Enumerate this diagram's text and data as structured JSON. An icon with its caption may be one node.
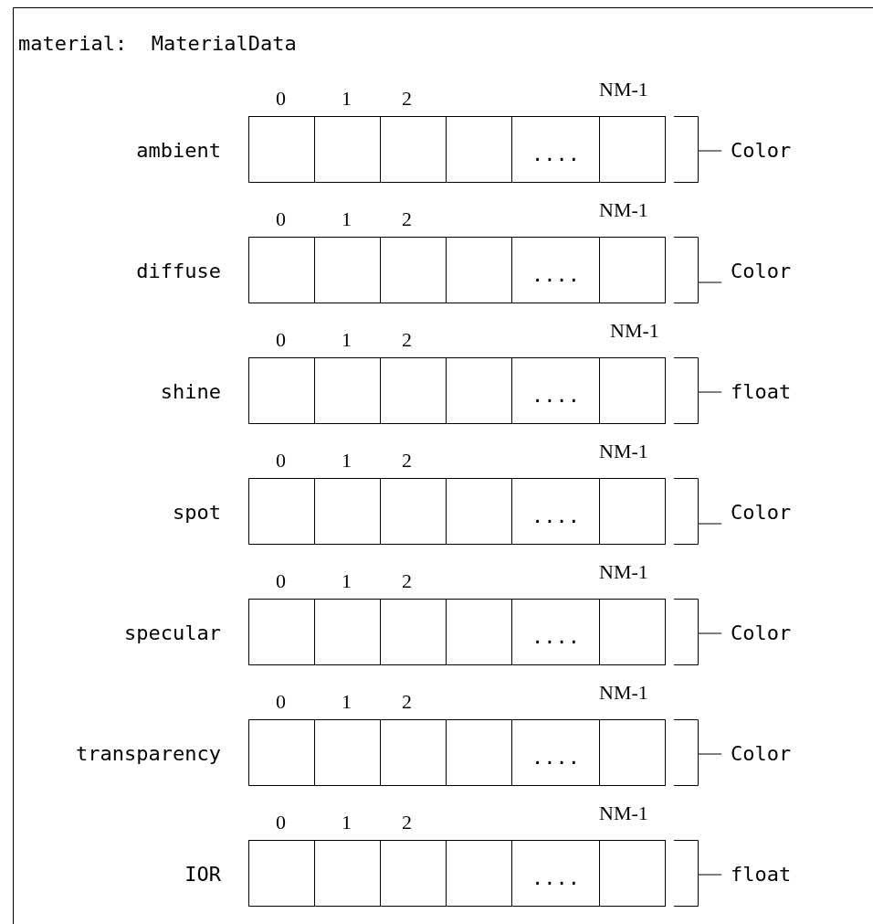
{
  "diagram": {
    "title": "material:  MaterialData",
    "nodes": [
      {
        "text": [],
        "shape": "box"
      },
      {
        "text": [],
        "shape": "box"
      },
      {
        "text": [],
        "shape": "box"
      },
      {
        "text": [],
        "shape": "box"
      },
      {
        "text": [
          "...."
        ]
      },
      {
        "text": [],
        "shape": "box"
      },
      {
        "text": [],
        "shape": "box"
      },
      {
        "text": [],
        "shape": "box"
      },
      {
        "text": [],
        "shape": "box"
      },
      {
        "text": [],
        "shape": "box"
      },
      {
        "text": [
          "...."
        ]
      },
      {
        "text": [],
        "shape": "box"
      },
      {
        "text": [],
        "shape": "box"
      },
      {
        "text": [],
        "shape": "box"
      },
      {
        "text": [],
        "shape": "box"
      },
      {
        "text": [],
        "shape": "box"
      },
      {
        "text": [
          "...."
        ]
      },
      {
        "text": [],
        "shape": "box"
      },
      {
        "text": [],
        "shape": "box"
      },
      {
        "text": [],
        "shape": "box"
      },
      {
        "text": [],
        "shape": "box"
      },
      {
        "text": [],
        "shape": "box"
      },
      {
        "text": [
          "...."
        ]
      },
      {
        "text": [],
        "shape": "box"
      },
      {
        "text": [],
        "shape": "box"
      },
      {
        "text": [],
        "shape": "box"
      },
      {
        "text": [],
        "shape": "box"
      },
      {
        "text": [],
        "shape": "box"
      },
      {
        "text": [
          "...."
        ]
      },
      {
        "text": [],
        "shape": "box"
      },
      {
        "text": [],
        "shape": "box"
      },
      {
        "text": [],
        "shape": "box"
      },
      {
        "text": [],
        "shape": "box"
      },
      {
        "text": [],
        "shape": "box"
      },
      {
        "text": [
          "...."
        ]
      },
      {
        "text": [],
        "shape": "box"
      },
      {
        "text": [],
        "shape": "box"
      },
      {
        "text": [],
        "shape": "box"
      },
      {
        "text": [],
        "shape": "box"
      },
      {
        "text": [],
        "shape": "box"
      },
      {
        "text": [
          "...."
        ]
      },
      {
        "text": [],
        "shape": "box"
      }
    ],
    "edges": [],
    "labels": [
      "0",
      "1",
      "2",
      "NM-1",
      "ambient",
      "Color",
      "0",
      "1",
      "2",
      "NM-1",
      "diffuse",
      "Color",
      "0",
      "1",
      "2",
      "NM-1",
      "shine",
      "float",
      "0",
      "1",
      "2",
      "NM-1",
      "spot",
      "Color",
      "0",
      "1",
      "2",
      "NM-1",
      "specular",
      "Color",
      "0",
      "1",
      "2",
      "NM-1",
      "transparency",
      "Color",
      "0",
      "1",
      "2",
      "NM-1",
      "IOR",
      "float"
    ]
  }
}
